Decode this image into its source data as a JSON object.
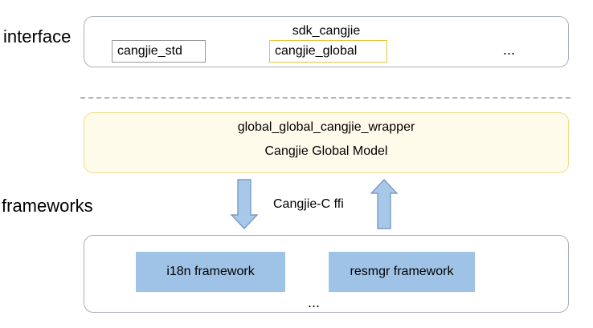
{
  "labels": {
    "interface": "interface",
    "frameworks": "frameworks"
  },
  "interface_box": {
    "title": "sdk_cangjie",
    "chips": [
      "cangjie_std",
      "cangjie_global"
    ],
    "ellipsis": "..."
  },
  "wrapper_box": {
    "title": "global_global_cangjie_wrapper",
    "subtitle": "Cangjie Global Model"
  },
  "ffi": {
    "label": "Cangjie-C ffi"
  },
  "frameworks_box": {
    "items": [
      "i18n framework",
      "resmgr framework"
    ],
    "ellipsis": "..."
  },
  "colors": {
    "box_border": "#a9b0b8",
    "wrapper_fill": "#fffbeb",
    "wrapper_border": "#f0dc8c",
    "chip_highlight_border": "#e8c440",
    "framework_fill": "#9fc3e6",
    "arrow_fill": "#a8c8ea",
    "arrow_stroke": "#6d8fb8",
    "divider": "#b5b5b5"
  }
}
